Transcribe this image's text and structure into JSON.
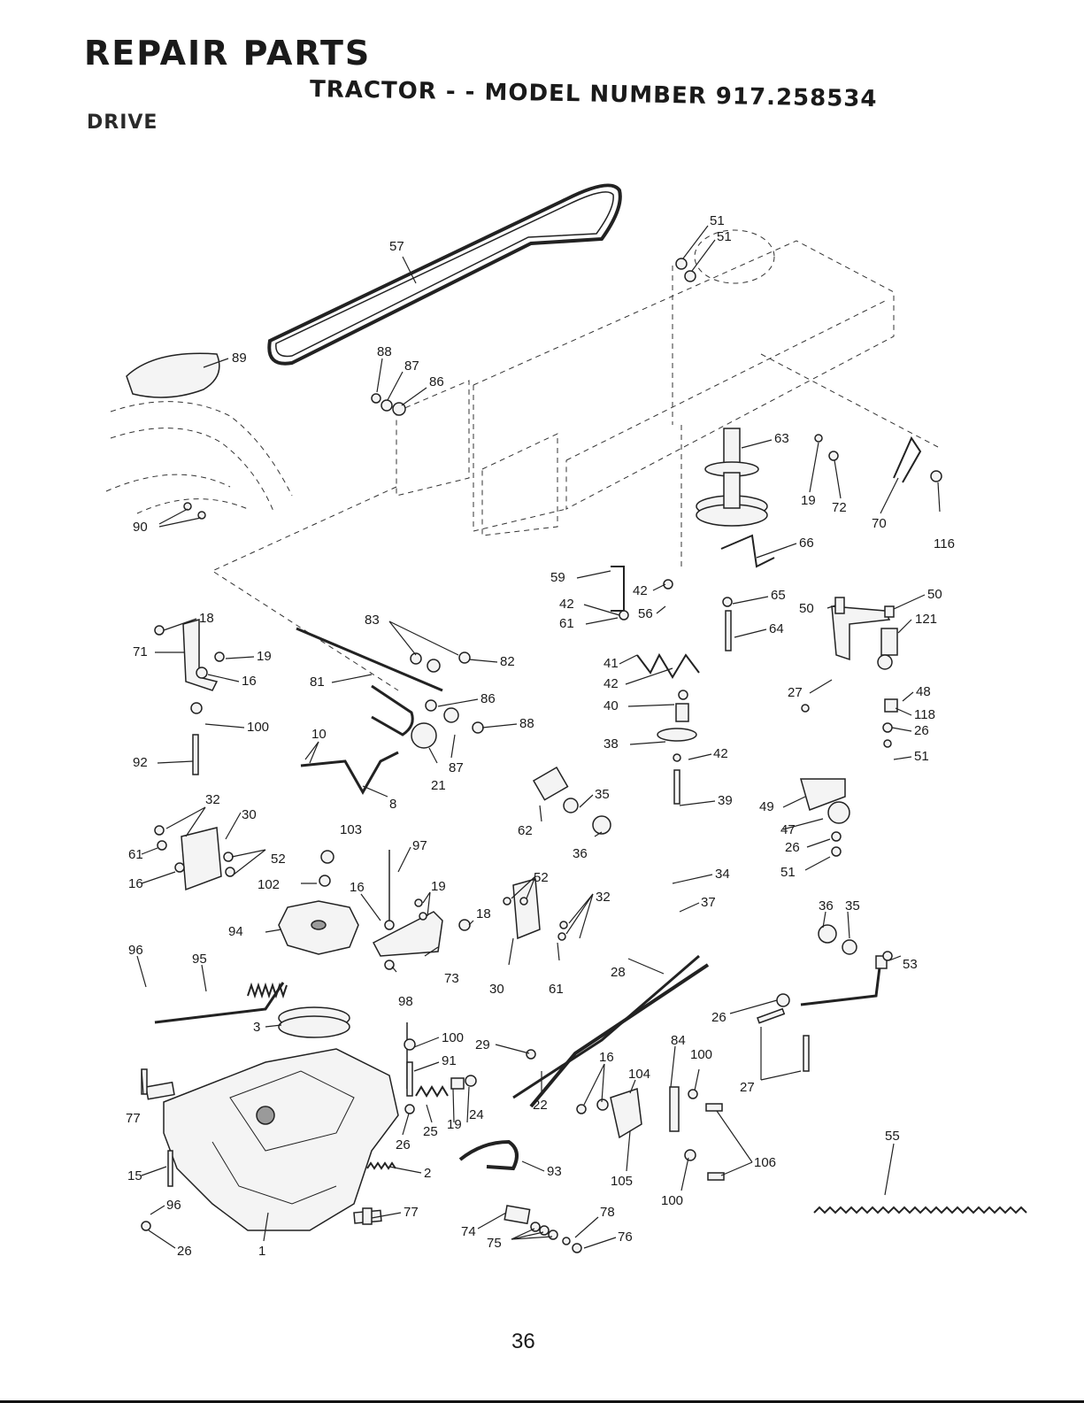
{
  "header": {
    "title": "REPAIR PARTS",
    "subtitle": "TRACTOR - - MODEL NUMBER 917.258534",
    "section": "DRIVE"
  },
  "page_number": "36",
  "callouts": [
    {
      "label": "51"
    },
    {
      "label": "51"
    },
    {
      "label": "57"
    },
    {
      "label": "89"
    },
    {
      "label": "88"
    },
    {
      "label": "87"
    },
    {
      "label": "86"
    },
    {
      "label": "63"
    },
    {
      "label": "19"
    },
    {
      "label": "72"
    },
    {
      "label": "70"
    },
    {
      "label": "116"
    },
    {
      "label": "90"
    },
    {
      "label": "66"
    },
    {
      "label": "59"
    },
    {
      "label": "42"
    },
    {
      "label": "42"
    },
    {
      "label": "56"
    },
    {
      "label": "61"
    },
    {
      "label": "65"
    },
    {
      "label": "64"
    },
    {
      "label": "50"
    },
    {
      "label": "50"
    },
    {
      "label": "121"
    },
    {
      "label": "18"
    },
    {
      "label": "83"
    },
    {
      "label": "82"
    },
    {
      "label": "19"
    },
    {
      "label": "71"
    },
    {
      "label": "16"
    },
    {
      "label": "81"
    },
    {
      "label": "41"
    },
    {
      "label": "42"
    },
    {
      "label": "48"
    },
    {
      "label": "86"
    },
    {
      "label": "40"
    },
    {
      "label": "118"
    },
    {
      "label": "27"
    },
    {
      "label": "100"
    },
    {
      "label": "10"
    },
    {
      "label": "88"
    },
    {
      "label": "26"
    },
    {
      "label": "38"
    },
    {
      "label": "42"
    },
    {
      "label": "51"
    },
    {
      "label": "92"
    },
    {
      "label": "87"
    },
    {
      "label": "21"
    },
    {
      "label": "35"
    },
    {
      "label": "39"
    },
    {
      "label": "49"
    },
    {
      "label": "32"
    },
    {
      "label": "30"
    },
    {
      "label": "8"
    },
    {
      "label": "62"
    },
    {
      "label": "103"
    },
    {
      "label": "47"
    },
    {
      "label": "97"
    },
    {
      "label": "36"
    },
    {
      "label": "26"
    },
    {
      "label": "61"
    },
    {
      "label": "52"
    },
    {
      "label": "34"
    },
    {
      "label": "51"
    },
    {
      "label": "16"
    },
    {
      "label": "102"
    },
    {
      "label": "16"
    },
    {
      "label": "19"
    },
    {
      "label": "52"
    },
    {
      "label": "37"
    },
    {
      "label": "32"
    },
    {
      "label": "36"
    },
    {
      "label": "35"
    },
    {
      "label": "18"
    },
    {
      "label": "94"
    },
    {
      "label": "96"
    },
    {
      "label": "95"
    },
    {
      "label": "73"
    },
    {
      "label": "53"
    },
    {
      "label": "28"
    },
    {
      "label": "30"
    },
    {
      "label": "61"
    },
    {
      "label": "98"
    },
    {
      "label": "26"
    },
    {
      "label": "3"
    },
    {
      "label": "100"
    },
    {
      "label": "29"
    },
    {
      "label": "84"
    },
    {
      "label": "100"
    },
    {
      "label": "91"
    },
    {
      "label": "16"
    },
    {
      "label": "104"
    },
    {
      "label": "27"
    },
    {
      "label": "77"
    },
    {
      "label": "22"
    },
    {
      "label": "24"
    },
    {
      "label": "19"
    },
    {
      "label": "25"
    },
    {
      "label": "55"
    },
    {
      "label": "26"
    },
    {
      "label": "106"
    },
    {
      "label": "15"
    },
    {
      "label": "2"
    },
    {
      "label": "93"
    },
    {
      "label": "105"
    },
    {
      "label": "100"
    },
    {
      "label": "96"
    },
    {
      "label": "77"
    },
    {
      "label": "78"
    },
    {
      "label": "74"
    },
    {
      "label": "76"
    },
    {
      "label": "75"
    },
    {
      "label": "26"
    },
    {
      "label": "1"
    }
  ]
}
